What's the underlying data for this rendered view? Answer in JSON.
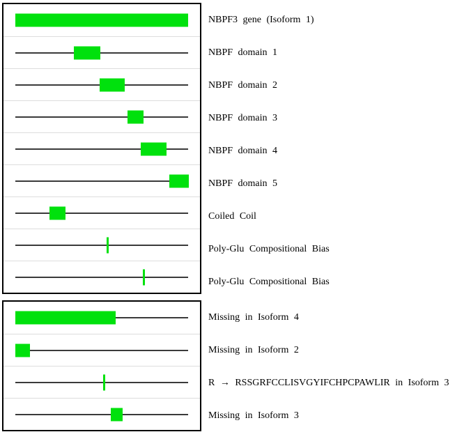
{
  "colors": {
    "feature_green": "#00e10d",
    "track_line": "#3a3a3a",
    "separator": "#dddddd",
    "panel_border": "#000000"
  },
  "sections": [
    {
      "name": "canonical-features",
      "rows": [
        {
          "label": "NBPF3 gene (Isoform 1)",
          "feature": {
            "type": "box",
            "start": 0,
            "end": 100
          }
        },
        {
          "label": "NBPF domain 1",
          "feature": {
            "type": "box",
            "start": 33.9,
            "end": 49.2
          }
        },
        {
          "label": "NBPF domain 2",
          "feature": {
            "type": "box",
            "start": 48.8,
            "end": 63.3
          }
        },
        {
          "label": "NBPF domain 3",
          "feature": {
            "type": "box",
            "start": 64.9,
            "end": 74.2
          }
        },
        {
          "label": "NBPF domain 4",
          "feature": {
            "type": "box",
            "start": 72.6,
            "end": 87.5
          }
        },
        {
          "label": "NBPF domain 5",
          "feature": {
            "type": "box",
            "start": 89.1,
            "end": 100.4
          }
        },
        {
          "label": "Coiled Coil",
          "feature": {
            "type": "box",
            "start": 19.8,
            "end": 29.0
          }
        },
        {
          "label": "Poly-Glu Compositional Bias",
          "feature": {
            "type": "tick",
            "pos": 53.4
          }
        },
        {
          "label": "Poly-Glu Compositional Bias",
          "feature": {
            "type": "tick",
            "pos": 74.2
          }
        }
      ]
    },
    {
      "name": "isoform-differences",
      "rows": [
        {
          "label": "Missing in Isoform 4",
          "feature": {
            "type": "box",
            "start": 0,
            "end": 58.1
          }
        },
        {
          "label": "Missing in Isoform 2",
          "feature": {
            "type": "box",
            "start": 0,
            "end": 8.5
          }
        },
        {
          "label": "R → RSSGRFCCLISVGYIFCHPCPAWLIR in Isoform 3",
          "feature": {
            "type": "tick",
            "pos": 51.6
          }
        },
        {
          "label": "Missing in Isoform 3",
          "feature": {
            "type": "box",
            "start": 55.2,
            "end": 62.1
          }
        }
      ]
    }
  ]
}
